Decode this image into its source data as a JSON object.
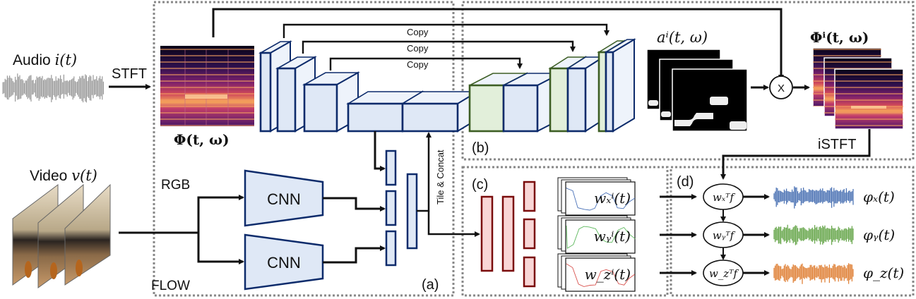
{
  "figure": {
    "panels": {
      "a": "(a)",
      "b": "(b)",
      "c": "(c)",
      "d": "(d)"
    },
    "inputs": {
      "audio_label": "Audio",
      "audio_var": "i(t)",
      "video_label": "Video",
      "video_var": "v(t)"
    },
    "transforms": {
      "stft": "STFT",
      "istft": "iSTFT",
      "tile_concat": "Tile & Concat",
      "multiply": "X"
    },
    "spectrogram": {
      "input_label": "Φ(t, ω)",
      "mask_label": "aⁱ(t, ω)",
      "output_label": "Φⁱ(t, ω)"
    },
    "unet": {
      "skip_labels": [
        "Copy",
        "Copy",
        "Copy"
      ]
    },
    "video_branch": {
      "streams": [
        {
          "name": "RGB",
          "net": "CNN"
        },
        {
          "name": "FLOW",
          "net": "CNN"
        }
      ]
    },
    "weights": [
      {
        "label": "wₓⁱ(t)",
        "color": "#4a72b8"
      },
      {
        "label": "wᵧⁱ(t)",
        "color": "#5cb85c"
      },
      {
        "label": "w_zⁱ(t)",
        "color": "#d9534f"
      }
    ],
    "decoder": [
      {
        "node": "wₓᵀf",
        "output": "φₓ(t)",
        "color": "#4f75b5"
      },
      {
        "node": "wᵧᵀf",
        "output": "φᵧ(t)",
        "color": "#6aa84f"
      },
      {
        "node": "w_zᵀf",
        "output": "φ_z(t)",
        "color": "#e0833a"
      }
    ],
    "colors": {
      "encoder_fill": "#dfe8f6",
      "encoder_stroke": "#0d2b6b",
      "decoder_fill": "#e2efda",
      "decoder_stroke": "#3d5e24",
      "fc_fill": "#f9d6d6",
      "fc_stroke": "#7a0c0c",
      "dashed_border": "#888888",
      "waveform_gray": "#999999"
    }
  }
}
